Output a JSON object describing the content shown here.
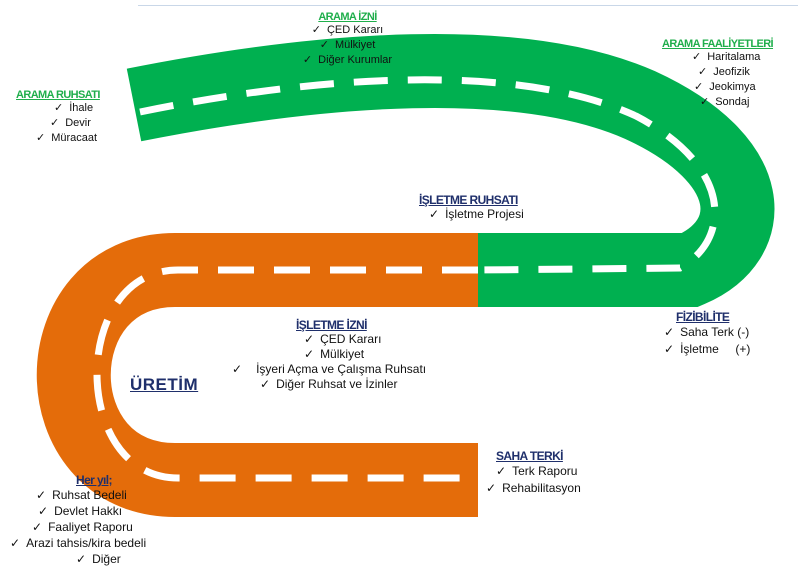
{
  "colors": {
    "green": "#00b050",
    "orange": "#e46c0a",
    "dash": "#ffffff",
    "green_text": "#1fae4b",
    "navy_text": "#1f2f6b"
  },
  "check_symbol": "✓",
  "arama_izni": {
    "title": "ARAMA İZNİ",
    "items": [
      "ÇED Kararı",
      "Mülkiyet",
      "Diğer Kurumlar"
    ]
  },
  "arama_ruhsati": {
    "title": "ARAMA RUHSATI",
    "items": [
      "İhale",
      "Devir",
      "Müracaat"
    ]
  },
  "arama_faaliyetleri": {
    "title": "ARAMA FAALİYETLERİ",
    "items": [
      "Haritalama",
      "Jeofizik",
      "Jeokimya",
      "Sondaj"
    ]
  },
  "isletme_ruhsati": {
    "title": "İŞLETME RUHSATI",
    "items": [
      "İşletme Projesi"
    ]
  },
  "fizibilite": {
    "title": "FİZİBİLİTE",
    "items": [
      "Saha Terk (-)",
      "İşletme     (+)"
    ]
  },
  "isletme_izni": {
    "title": "İŞLETME İZNİ",
    "items": [
      "ÇED Kararı",
      "Mülkiyet",
      "İşyeri Açma ve Çalışma Ruhsatı",
      "Diğer Ruhsat ve İzinler"
    ]
  },
  "uretim": {
    "title": "ÜRETİM"
  },
  "saha_terki": {
    "title": "SAHA TERKİ",
    "items": [
      "Terk Raporu",
      "Rehabilitasyon"
    ]
  },
  "her_yil": {
    "title": "Her yıl;",
    "items": [
      "Ruhsat Bedeli",
      "Devlet Hakkı",
      "Faaliyet Raporu",
      "Arazi tahsis/kira bedeli",
      "Diğer"
    ]
  }
}
